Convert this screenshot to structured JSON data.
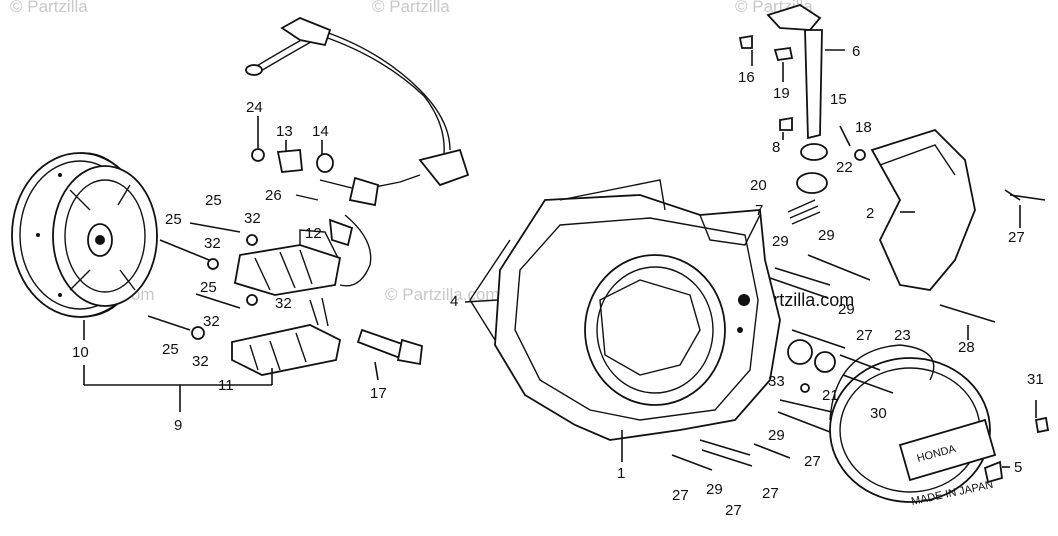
{
  "watermark": "© Partzilla.com",
  "watermark_top_left": "© Partzilla",
  "watermark_top_mid": "© Partzilla",
  "watermark_top_right": "© Partzilla",
  "cover_brand": "HONDA",
  "cover_text": "MADE IN JAPAN",
  "callouts": {
    "n1": "1",
    "n2": "2",
    "n4": "4",
    "n5": "5",
    "n6": "6",
    "n7": "7",
    "n8": "8",
    "n9": "9",
    "n10": "10",
    "n11": "11",
    "n12": "12",
    "n13": "13",
    "n14": "14",
    "n15": "15",
    "n16": "16",
    "n17": "17",
    "n19": "19",
    "n20": "20",
    "n21": "21",
    "n22": "22",
    "n23": "23",
    "n24": "24",
    "n25a": "25",
    "n25b": "25",
    "n25c": "25",
    "n25d": "25",
    "n26": "26",
    "n27a": "27",
    "n27b": "27",
    "n27c": "27",
    "n27d": "27",
    "n27e": "27",
    "n27f": "27",
    "n28": "28",
    "n29a": "29",
    "n29b": "29",
    "n29c": "29",
    "n29d": "29",
    "n29e": "29",
    "n30": "30",
    "n31": "31",
    "n32a": "32",
    "n32b": "32",
    "n32c": "32",
    "n32d": "32",
    "n32e": "32",
    "n33": "33",
    "n18": "18"
  }
}
